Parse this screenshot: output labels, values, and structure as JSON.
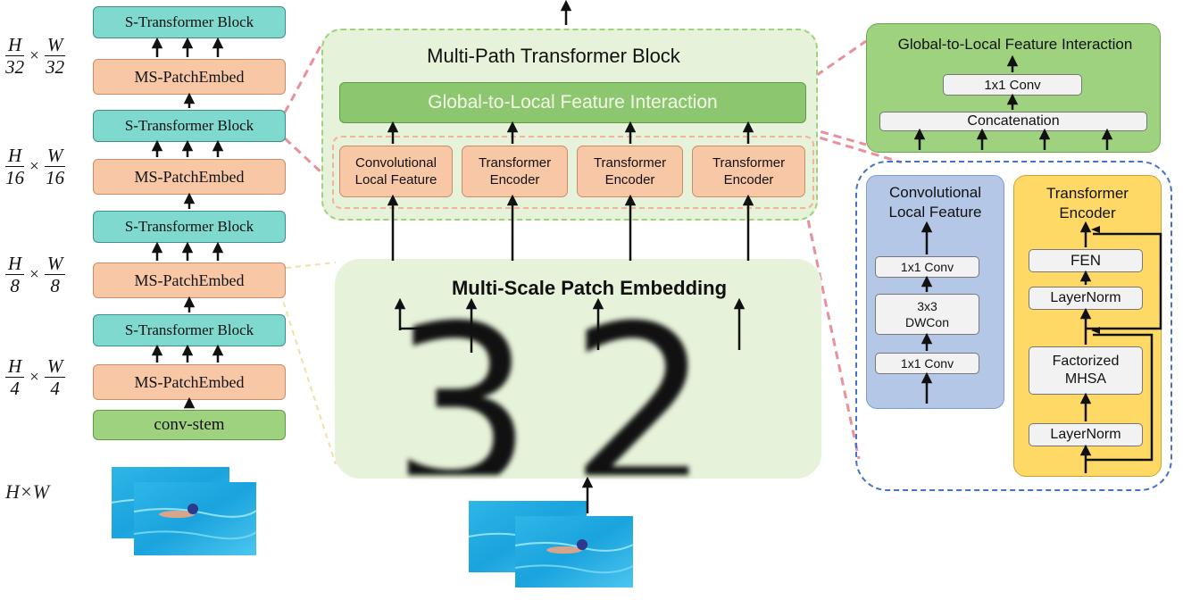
{
  "left_stack": {
    "stage_blocks": [
      "S-Transformer Block",
      "S-Transformer Block",
      "S-Transformer Block",
      "S-Transformer Block"
    ],
    "embed_blocks": [
      "MS-PatchEmbed",
      "MS-PatchEmbed",
      "MS-PatchEmbed",
      "MS-PatchEmbed"
    ],
    "stem": "conv-stem",
    "sizes": [
      {
        "num_h": "H",
        "den_h": "32",
        "num_w": "W",
        "den_w": "32"
      },
      {
        "num_h": "H",
        "den_h": "16",
        "num_w": "W",
        "den_w": "16"
      },
      {
        "num_h": "H",
        "den_h": "8",
        "num_w": "W",
        "den_w": "8"
      },
      {
        "num_h": "H",
        "den_h": "4",
        "num_w": "W",
        "den_w": "4"
      }
    ],
    "input_size": "H×W",
    "times": "×"
  },
  "center": {
    "mp_title": "Multi-Path Transformer Block",
    "gl_bar": "Global-to-Local Feature Interaction",
    "paths": [
      {
        "line1": "Convolutional",
        "line2": "Local Feature"
      },
      {
        "line1": "Transformer",
        "line2": "Encoder"
      },
      {
        "line1": "Transformer",
        "line2": "Encoder"
      },
      {
        "line1": "Transformer",
        "line2": "Encoder"
      }
    ],
    "mspe_title": "Multi-Scale Patch Embedding",
    "digits": "32"
  },
  "right_top": {
    "title": "Global-to-Local Feature Interaction",
    "conv": "1x1 Conv",
    "concat": "Concatenation"
  },
  "right_bottom": {
    "conv_panel": {
      "title_line1": "Convolutional",
      "title_line2": "Local Feature",
      "top_conv": "1x1 Conv",
      "dw_line1": "3x3",
      "dw_line2": "DWCon",
      "bottom_conv": "1x1 Conv"
    },
    "trans_panel": {
      "title_line1": "Transformer",
      "title_line2": "Encoder",
      "fen": "FEN",
      "ln_top": "LayerNorm",
      "mhsa_line1": "Factorized",
      "mhsa_line2": "MHSA",
      "ln_bottom": "LayerNorm"
    }
  },
  "colors": {
    "stage_block": "#7fd9cf",
    "embed_block": "#f8c8a6",
    "stem": "#9fd27f",
    "mp_background": "#e6f2d9",
    "gl_top_panel": "#9fd27f",
    "conv_panel": "#b4c7e7",
    "trans_panel": "#ffd966",
    "pink_connector": "#e8919a",
    "yellow_connector": "#f3e0a0",
    "blue_dashed": "#4472c4"
  },
  "icons": [
    "pool-swimmer-photo-icon",
    "pool-swimmer-photo-icon"
  ]
}
